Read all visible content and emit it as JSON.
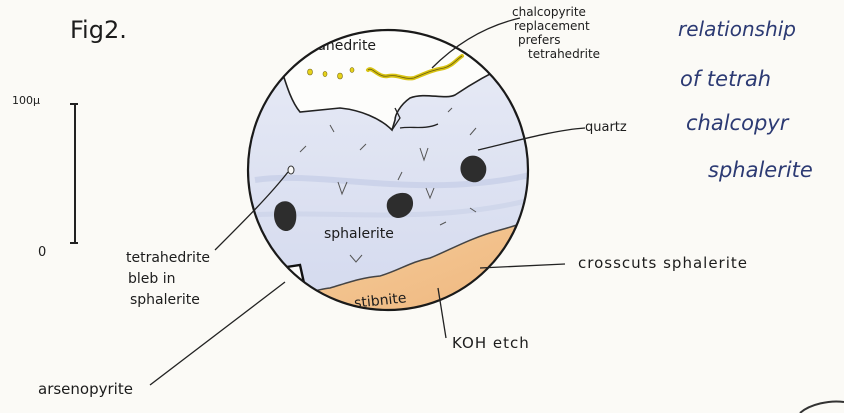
{
  "figure": {
    "label": "Fig2.",
    "title_lines": [
      "relationship",
      "of tetrah",
      "chalcopyr",
      "sphalerite"
    ]
  },
  "scale_bar": {
    "top_label": "100µ",
    "bottom_label": "0"
  },
  "minerals": {
    "tetrahedrite": "tetrahedrite",
    "sphalerite": "sphalerite",
    "stibnite": "stibnite"
  },
  "annotations": {
    "chalcopyrite_note": [
      "chalcopyrite",
      "replacement",
      "prefers",
      "tetrahedrite"
    ],
    "quartz": "quartz",
    "crosscuts": "crosscuts sphalerite",
    "koh_etch": "KOH etch",
    "tetrahedrite_bleb": [
      "tetrahedrite",
      "bleb in",
      "sphalerite"
    ],
    "arsenopyrite": "arsenopyrite"
  },
  "colors": {
    "paper": "#fbfaf6",
    "sphalerite_fill": "#dfe3f1",
    "stibnite_fill": "#f2c28c",
    "chalcopyrite": "#e6d21a",
    "title_ink": "#2c3a73"
  }
}
